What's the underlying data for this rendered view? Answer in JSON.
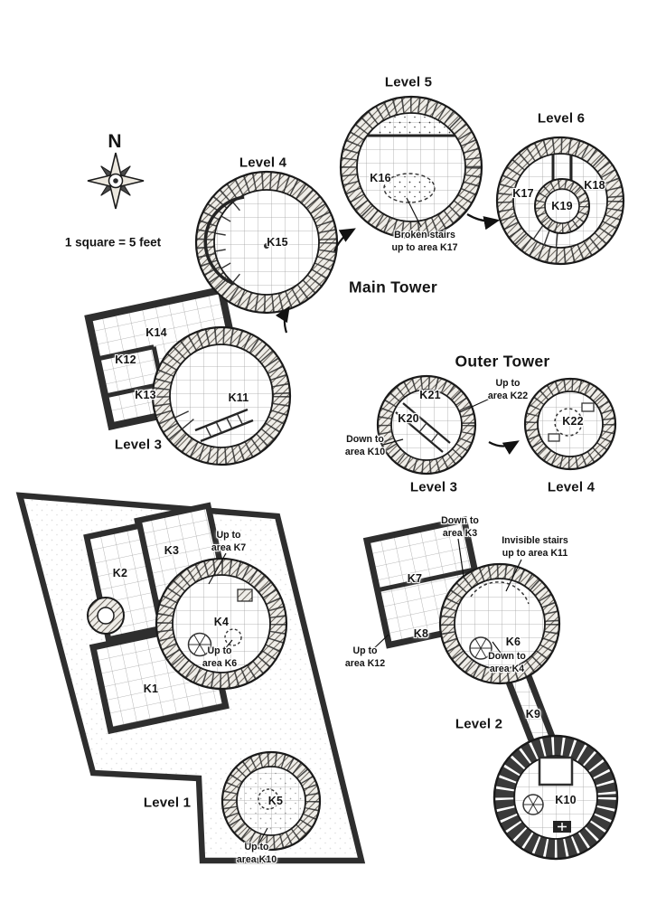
{
  "colors": {
    "ink": "#1d1d1d",
    "paper": "#ffffff",
    "wall": "#2e2e2e"
  },
  "legend": {
    "compass_north": "N",
    "compass_icon": "compass-rose",
    "scale": "1 square = 5 feet"
  },
  "headings": {
    "main_tower": "Main Tower",
    "outer_tower": "Outer Tower"
  },
  "main_tower": {
    "level3": {
      "label": "Level 3",
      "rooms": {
        "k11": "K11",
        "k12": "K12",
        "k13": "K13",
        "k14": "K14"
      }
    },
    "level4": {
      "label": "Level 4",
      "rooms": {
        "k15": "K15"
      }
    },
    "level5": {
      "label": "Level 5",
      "rooms": {
        "k16": "K16"
      },
      "note_broken_stairs": "Broken stairs\nup to area K17"
    },
    "level6": {
      "label": "Level 6",
      "rooms": {
        "k17": "K17",
        "k18": "K18",
        "k19": "K19"
      }
    }
  },
  "outer_tower": {
    "level3": {
      "label": "Level 3",
      "rooms": {
        "k20": "K20",
        "k21": "K21"
      },
      "note_up": "Up to\narea K22",
      "note_down": "Down to\narea K10"
    },
    "level4": {
      "label": "Level 4",
      "rooms": {
        "k22": "K22"
      }
    }
  },
  "ground": {
    "level1": {
      "label": "Level 1",
      "rooms": {
        "k1": "K1",
        "k2": "K2",
        "k3": "K3",
        "k4": "K4",
        "k5": "K5"
      },
      "note_up_k7": "Up to\narea K7",
      "note_up_k6": "Up to\narea K6",
      "note_up_k10": "Up to\narea K10"
    },
    "level2": {
      "label": "Level 2",
      "rooms": {
        "k6": "K6",
        "k7": "K7",
        "k8": "K8",
        "k9": "K9",
        "k10": "K10"
      },
      "note_down_k3": "Down to\narea K3",
      "note_invisible": "Invisible stairs\nup to area K11",
      "note_up_k12": "Up to\narea K12",
      "note_down_k4": "Down to\narea K4"
    }
  }
}
